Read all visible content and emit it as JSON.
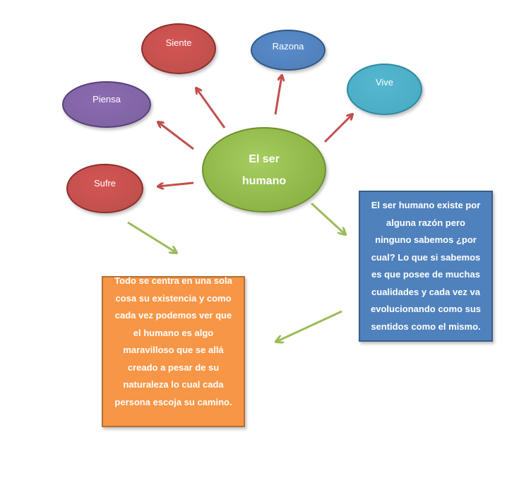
{
  "diagram": {
    "center": {
      "label": "El ser humano"
    },
    "nodes": {
      "siente": {
        "label": "Siente"
      },
      "razona": {
        "label": "Razona"
      },
      "vive": {
        "label": "Vive"
      },
      "piensa": {
        "label": "Piensa"
      },
      "sufre": {
        "label": "Sufre"
      }
    },
    "boxes": {
      "right": {
        "text": "El ser humano existe por alguna razón pero ninguno sabemos ¿por cual? Lo que si sabemos es que posee de muchas cualidades y cada vez va evolucionando como sus sentidos como el mismo."
      },
      "left": {
        "text": "Todo se centra en una sola cosa su existencia y como cada vez podemos ver que el humano es algo maravilloso que se allá creado a pesar de su naturaleza lo cual cada persona escoja su camino."
      }
    }
  },
  "colors": {
    "center": "#9bbb59",
    "siente": "#c0504d",
    "razona": "#4f81bd",
    "vive": "#4bacc6",
    "piensa": "#8064a2",
    "sufre": "#c0504d",
    "box_right": "#4f81bd",
    "box_left": "#f79646",
    "arrow_red": "#c0504d",
    "arrow_green": "#9bbb59"
  }
}
